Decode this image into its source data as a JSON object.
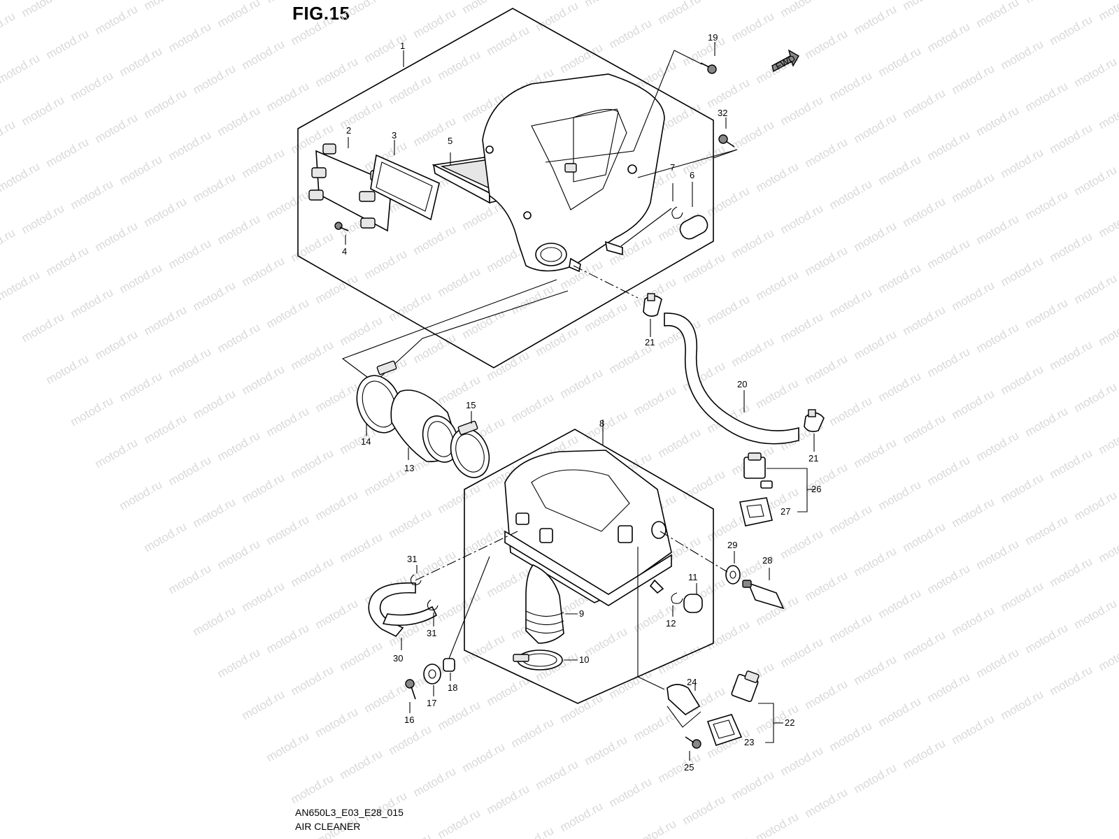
{
  "figure": {
    "title": "FIG.15",
    "code": "AN650L3_E03_E28_015",
    "caption": "AIR CLEANER",
    "watermark": "motod.ru",
    "fwd_label": "FWD"
  },
  "callouts": [
    "1",
    "2",
    "3",
    "4",
    "5",
    "6",
    "7",
    "8",
    "9",
    "10",
    "11",
    "12",
    "13",
    "14",
    "15",
    "16",
    "17",
    "18",
    "19",
    "20",
    "21",
    "21",
    "22",
    "23",
    "24",
    "25",
    "26",
    "27",
    "28",
    "29",
    "30",
    "31",
    "31",
    "32"
  ]
}
